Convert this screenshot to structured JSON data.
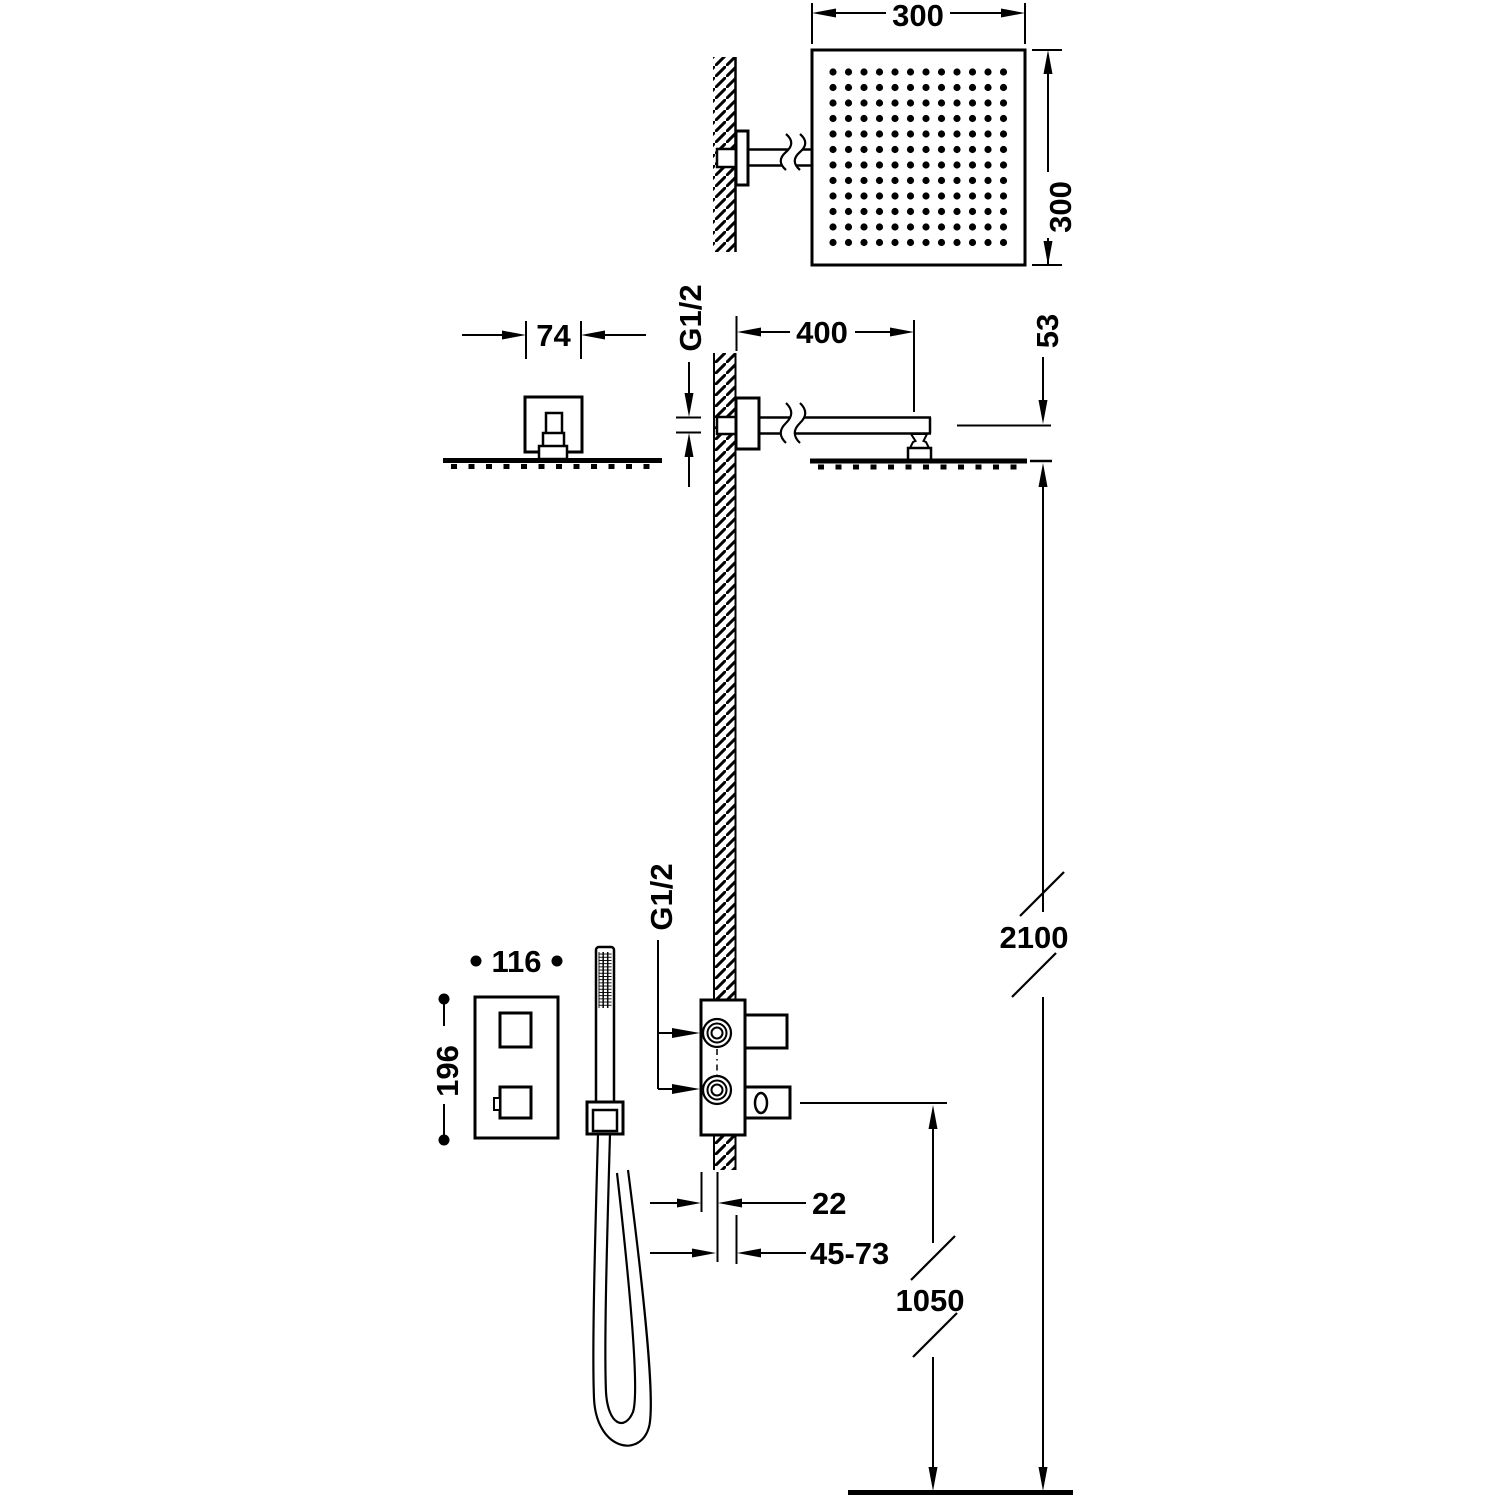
{
  "diagram": {
    "kind": "shower-set installation dimensional drawing",
    "line_color": "#000000",
    "background": "#ffffff",
    "dims": {
      "head_width": "300",
      "head_depth": "300",
      "escutcheon_width": "74",
      "thread_arm": "G1/2",
      "arm_length": "400",
      "head_drop": "53",
      "total_height": "2100",
      "thread_valve": "G1/2",
      "plate_width": "116",
      "plate_height": "196",
      "wall_offset": "22",
      "mount_depth": "45-73",
      "valve_height": "1050"
    }
  }
}
